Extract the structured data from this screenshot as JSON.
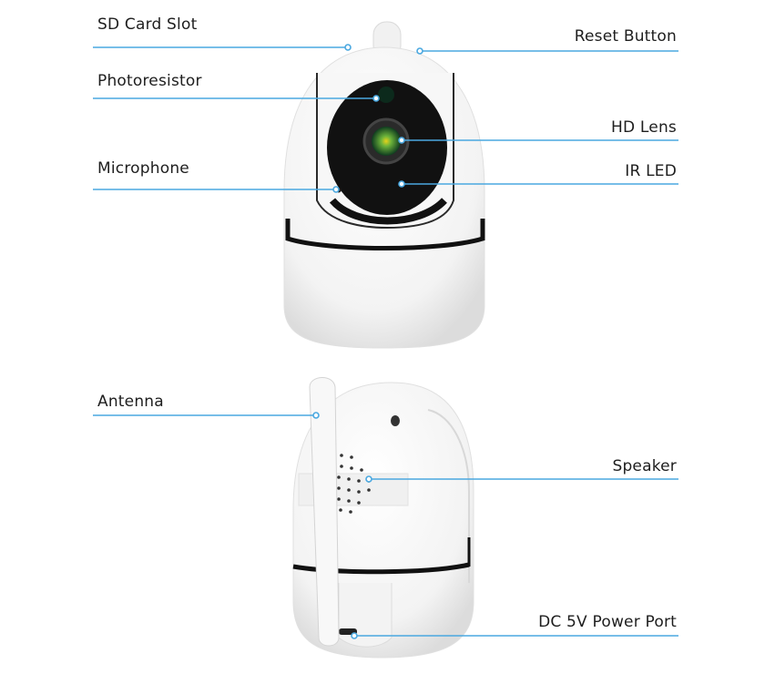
{
  "labels": {
    "sd_card_slot": "SD Card Slot",
    "reset_button": "Reset Button",
    "photoresistor": "Photoresistor",
    "hd_lens": "HD Lens",
    "microphone": "Microphone",
    "ir_led": "IR LED",
    "antenna": "Antenna",
    "speaker": "Speaker",
    "dc_power_port": "DC 5V Power Port"
  },
  "colors": {
    "leader_line": "#4aa8e0",
    "text": "#1e1e1e",
    "body": "#f7f7f7",
    "band": "#111111"
  }
}
